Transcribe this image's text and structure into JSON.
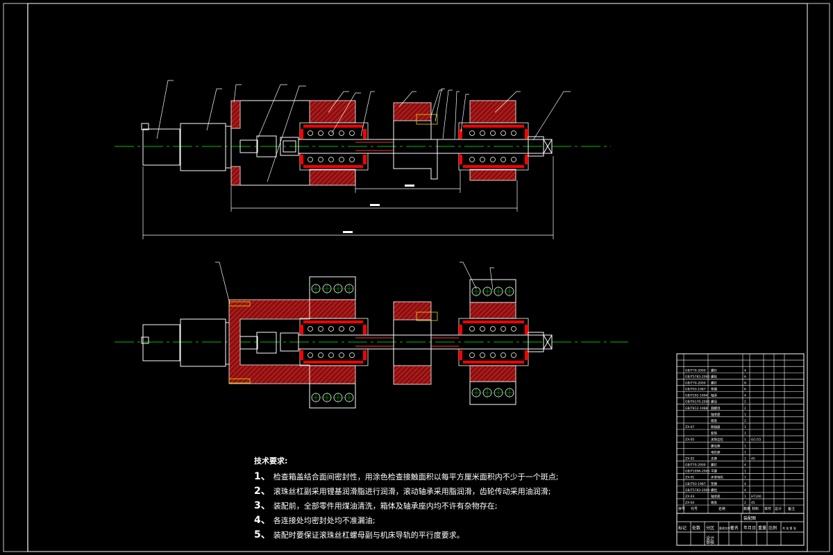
{
  "drawing": {
    "tech_requirements": {
      "title": "技术要求:",
      "items": [
        {
          "num": "1、",
          "text": "检查箱盖结合面间密封性，用涂色检查接触面积以每平方厘米面积内不少于一个斑点;"
        },
        {
          "num": "2、",
          "text": "滚珠丝杠副采用锂基润滑脂进行润滑，滚动轴承采用脂润滑，齿轮传动采用油润滑;"
        },
        {
          "num": "3、",
          "text": "装配前，全部零件用煤油清洗，箱体及轴承座内均不许有杂物存在;"
        },
        {
          "num": "4、",
          "text": "各连接处均密封处均不准漏油;"
        },
        {
          "num": "5、",
          "text": "装配时要保证滚珠丝杠螺母副与机床导轨的平行度要求。"
        }
      ]
    },
    "bom_header": [
      "序号",
      "代号",
      "名称",
      "数量",
      "材料",
      "单件",
      "总计",
      "备注"
    ],
    "bom_rows": [
      {
        "code": "GB/T70-2000",
        "name": "螺钉",
        "qty": "4"
      },
      {
        "code": "GB/T5783-2000",
        "name": "螺栓",
        "qty": "6"
      },
      {
        "code": "GB/T70-2000",
        "name": "螺钉",
        "qty": "8"
      },
      {
        "code": "GB/T93-1987",
        "name": "垫圈",
        "qty": "6"
      },
      {
        "code": "GB/T292-1994",
        "name": "轴承",
        "qty": "4"
      },
      {
        "code": "GB/T6170-2000",
        "name": "螺母",
        "qty": "2"
      },
      {
        "code": "GB/T812-1988",
        "name": "圆螺母",
        "qty": "2"
      },
      {
        "code": "",
        "name": "轴承座",
        "qty": "1"
      },
      {
        "code": "",
        "name": "端盖",
        "qty": "2"
      },
      {
        "code": "ZX-07",
        "name": "联轴器",
        "qty": "1"
      },
      {
        "code": "",
        "name": "套筒",
        "qty": "1"
      },
      {
        "code": "ZX-05",
        "name": "滚珠丝杠",
        "qty": "1",
        "material": "GCr15"
      },
      {
        "code": "",
        "name": "螺母座",
        "qty": "1"
      },
      {
        "code": "",
        "name": "电机座",
        "qty": "1"
      },
      {
        "code": "ZX-02",
        "name": "支座",
        "qty": "1",
        "material": "45"
      },
      {
        "code": "GB/T70-2000",
        "name": "螺钉",
        "qty": "4"
      },
      {
        "code": "GB/T1096-2003",
        "name": "平键",
        "qty": "1"
      },
      {
        "code": "ZX-01",
        "name": "步进电机",
        "qty": "1"
      },
      {
        "code": "GB/T93-1987",
        "name": "垫圈",
        "qty": "4"
      },
      {
        "code": "GB/T5783-2000",
        "name": "螺栓",
        "qty": "4"
      },
      {
        "code": "ZX-03",
        "name": "轴承座",
        "qty": "1",
        "material": "HT200"
      },
      {
        "code": "ZX-04",
        "name": "端盖",
        "qty": "2",
        "material": "45"
      }
    ],
    "title_block": {
      "name": "装配图",
      "row_labels": [
        "标记",
        "处数",
        "分区",
        "更改文件号",
        "签名",
        "年月日"
      ],
      "scale_label": "比例",
      "weight_label": "重量",
      "sheet": "共 张 第 张",
      "designer_label": "设计",
      "checker_label": "审核"
    },
    "colors": {
      "background": "#000000",
      "outline": "#ffffff",
      "centerline": "#00c000",
      "hatch": "#c01818",
      "bearing": "#ff0000",
      "bolt": "#e0e000"
    }
  }
}
